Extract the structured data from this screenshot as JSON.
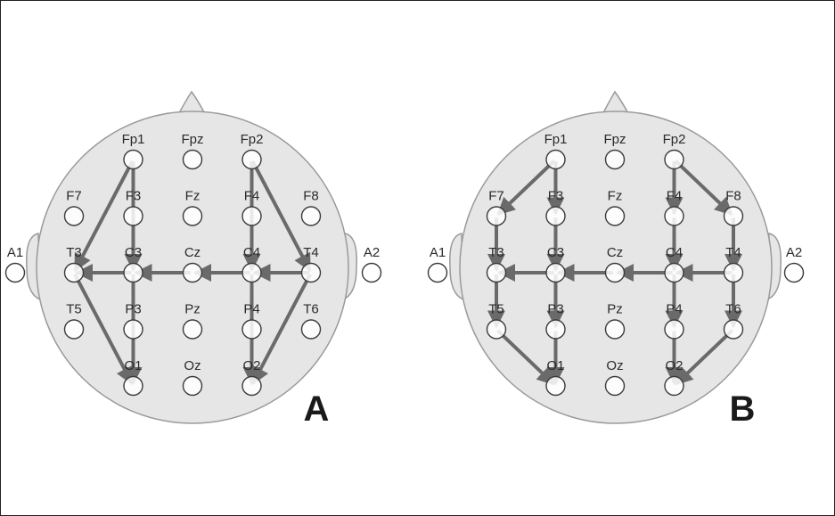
{
  "colors": {
    "head_fill": "#e6e6e6",
    "head_stroke": "#9a9a9a",
    "arrow": "#6a6a6a",
    "electrode_fill": "#ffffff",
    "electrode_stroke": "#3a3a3a"
  },
  "panels": [
    {
      "label": "A",
      "electrodes": [
        {
          "id": "A1",
          "label": "A1"
        },
        {
          "id": "A2",
          "label": "A2"
        },
        {
          "id": "Fp1",
          "label": "Fp1"
        },
        {
          "id": "Fpz",
          "label": "Fpz"
        },
        {
          "id": "Fp2",
          "label": "Fp2"
        },
        {
          "id": "F7",
          "label": "F7"
        },
        {
          "id": "F3",
          "label": "F3"
        },
        {
          "id": "Fz",
          "label": "Fz"
        },
        {
          "id": "F4",
          "label": "F4"
        },
        {
          "id": "F8",
          "label": "F8"
        },
        {
          "id": "T3",
          "label": "T3"
        },
        {
          "id": "C3",
          "label": "C3"
        },
        {
          "id": "Cz",
          "label": "Cz"
        },
        {
          "id": "C4",
          "label": "C4"
        },
        {
          "id": "T4",
          "label": "T4"
        },
        {
          "id": "T5",
          "label": "T5"
        },
        {
          "id": "P3",
          "label": "P3"
        },
        {
          "id": "Pz",
          "label": "Pz"
        },
        {
          "id": "P4",
          "label": "P4"
        },
        {
          "id": "T6",
          "label": "T6"
        },
        {
          "id": "O1",
          "label": "O1"
        },
        {
          "id": "Oz",
          "label": "Oz"
        },
        {
          "id": "O2",
          "label": "O2"
        }
      ],
      "arrows": [
        [
          "Fp1",
          "T3"
        ],
        [
          "Fp1",
          "C3"
        ],
        [
          "T3",
          "O1"
        ],
        [
          "C3",
          "O1"
        ],
        [
          "Fp2",
          "T4"
        ],
        [
          "Fp2",
          "C4"
        ],
        [
          "T4",
          "O2"
        ],
        [
          "C4",
          "O2"
        ],
        [
          "T4",
          "C4"
        ],
        [
          "C4",
          "Cz"
        ],
        [
          "Cz",
          "C3"
        ],
        [
          "C3",
          "T3"
        ]
      ]
    },
    {
      "label": "B",
      "electrodes": [
        {
          "id": "A1",
          "label": "A1"
        },
        {
          "id": "A2",
          "label": "A2"
        },
        {
          "id": "Fp1",
          "label": "Fp1"
        },
        {
          "id": "Fpz",
          "label": "Fpz"
        },
        {
          "id": "Fp2",
          "label": "Fp2"
        },
        {
          "id": "F7",
          "label": "F7"
        },
        {
          "id": "F3",
          "label": "F3"
        },
        {
          "id": "Fz",
          "label": "Fz"
        },
        {
          "id": "F4",
          "label": "F4"
        },
        {
          "id": "F8",
          "label": "F8"
        },
        {
          "id": "T3",
          "label": "T3"
        },
        {
          "id": "C3",
          "label": "C3"
        },
        {
          "id": "Cz",
          "label": "Cz"
        },
        {
          "id": "C4",
          "label": "C4"
        },
        {
          "id": "T4",
          "label": "T4"
        },
        {
          "id": "T5",
          "label": "T5"
        },
        {
          "id": "P3",
          "label": "P3"
        },
        {
          "id": "Pz",
          "label": "Pz"
        },
        {
          "id": "P4",
          "label": "P4"
        },
        {
          "id": "T6",
          "label": "T6"
        },
        {
          "id": "O1",
          "label": "O1"
        },
        {
          "id": "Oz",
          "label": "Oz"
        },
        {
          "id": "O2",
          "label": "O2"
        }
      ],
      "arrows": [
        [
          "Fp1",
          "F7"
        ],
        [
          "F7",
          "T3"
        ],
        [
          "T3",
          "T5"
        ],
        [
          "T5",
          "O1"
        ],
        [
          "Fp1",
          "F3"
        ],
        [
          "F3",
          "C3"
        ],
        [
          "C3",
          "P3"
        ],
        [
          "P3",
          "O1"
        ],
        [
          "Fp2",
          "F4"
        ],
        [
          "F4",
          "C4"
        ],
        [
          "C4",
          "P4"
        ],
        [
          "P4",
          "O2"
        ],
        [
          "Fp2",
          "F8"
        ],
        [
          "F8",
          "T4"
        ],
        [
          "T4",
          "T6"
        ],
        [
          "T6",
          "O2"
        ],
        [
          "T4",
          "C4"
        ],
        [
          "C4",
          "Cz"
        ],
        [
          "Cz",
          "C3"
        ],
        [
          "C3",
          "T3"
        ]
      ]
    }
  ]
}
